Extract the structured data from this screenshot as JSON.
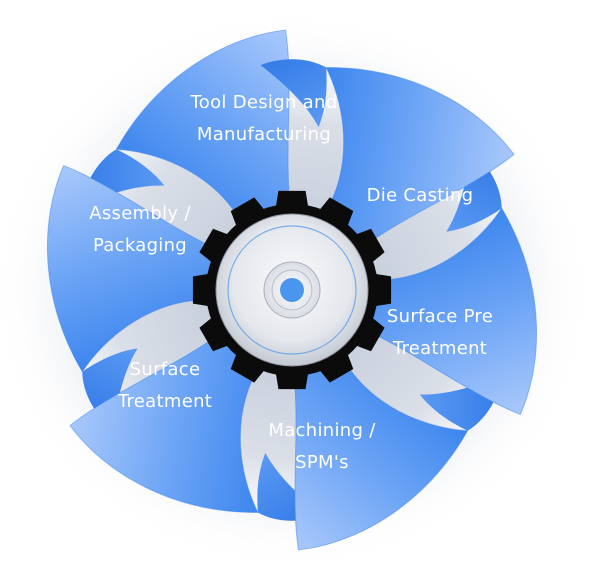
{
  "diagram": {
    "segments": [
      {
        "id": "tool-design",
        "lines": [
          "Tool Design and",
          "Manufacturing"
        ]
      },
      {
        "id": "die-casting",
        "lines": [
          "Die Casting"
        ]
      },
      {
        "id": "surface-pre-treatment",
        "lines": [
          "Surface Pre",
          "Treatment"
        ]
      },
      {
        "id": "machining",
        "lines": [
          "Machining /",
          "SPM's"
        ]
      },
      {
        "id": "surface-treatment",
        "lines": [
          "Surface",
          "Treatment"
        ]
      },
      {
        "id": "assembly",
        "lines": [
          "Assembly /",
          "Packaging"
        ]
      }
    ],
    "colors": {
      "blade_light": "#a9c8fb",
      "blade_mid": "#6aa3f5",
      "blade_dark": "#3d86ee",
      "gear": "#0b0b0b",
      "hub_light": "#f6f7fa",
      "hub_shade": "#c4c9d2",
      "center_dot": "#4a95ee",
      "glow": "#b4bfd1"
    }
  }
}
